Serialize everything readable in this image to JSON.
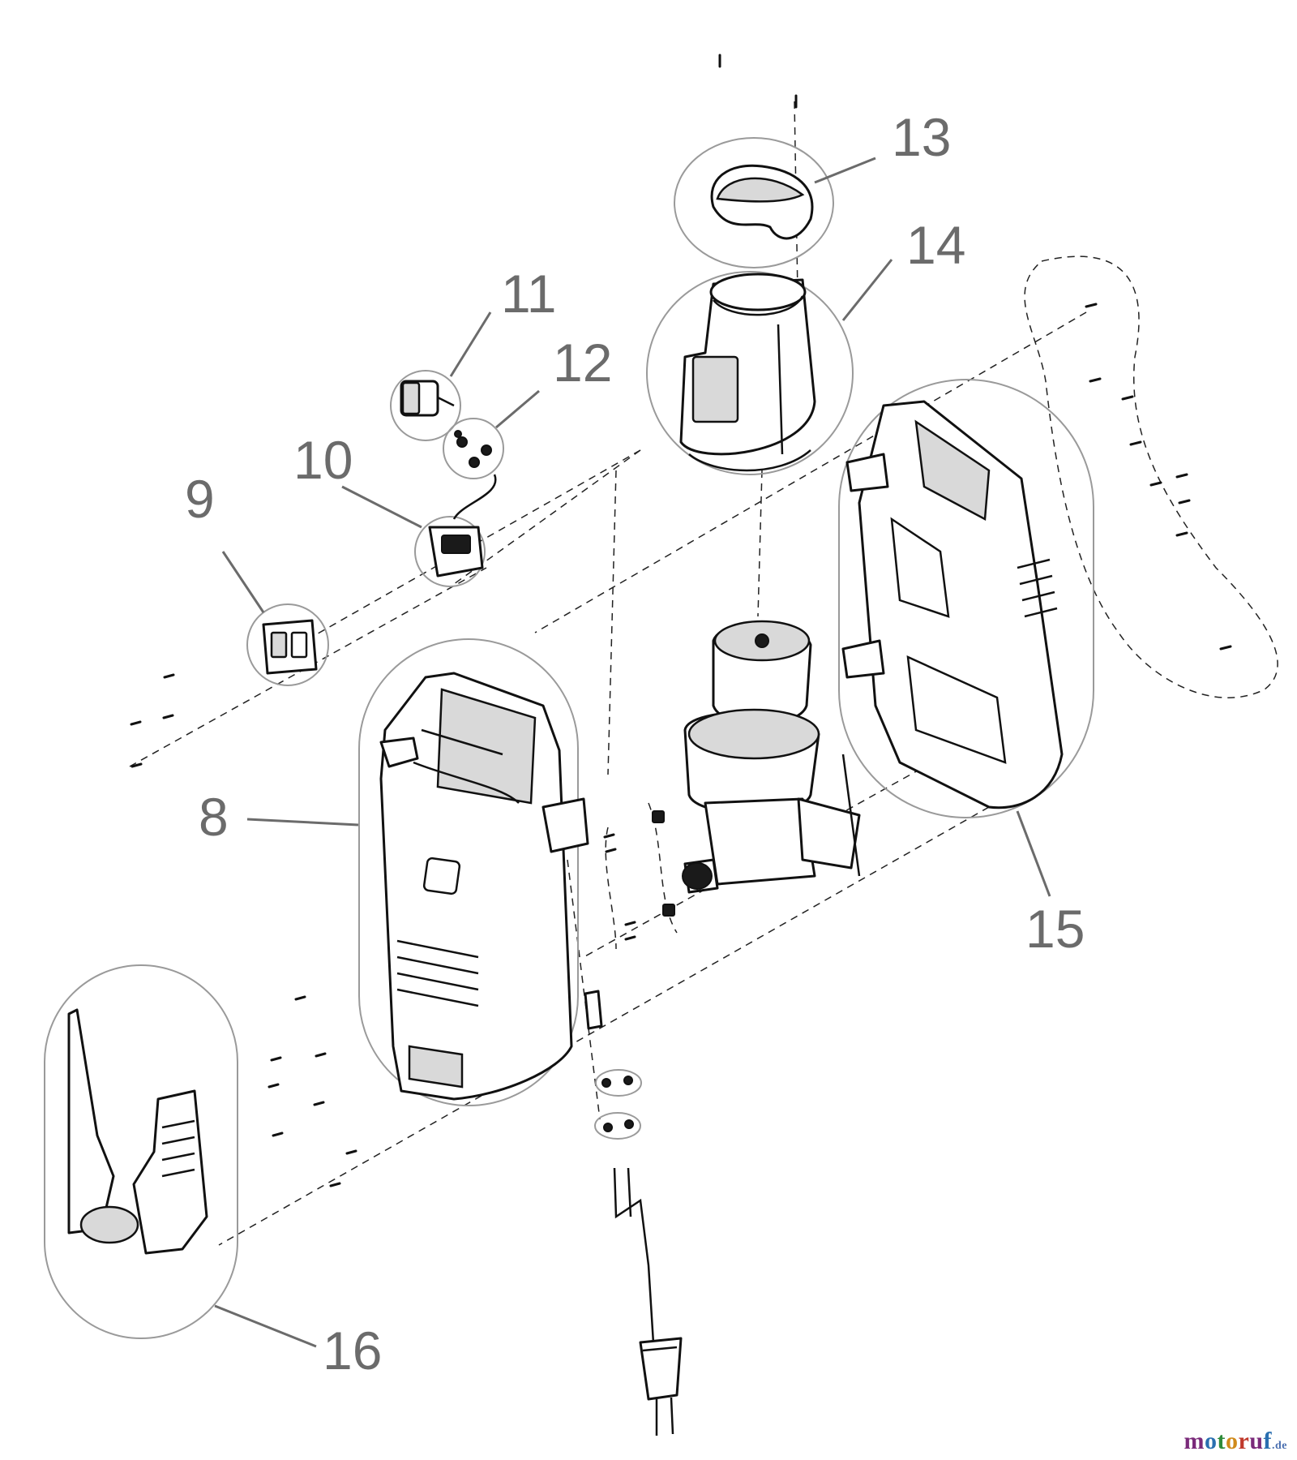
{
  "callouts": {
    "part_8": "8",
    "part_9": "9",
    "part_10": "10",
    "part_11": "11",
    "part_12": "12",
    "part_13": "13",
    "part_14": "14",
    "part_15": "15",
    "part_16": "16"
  },
  "watermark": {
    "text": "motoruf",
    "tld": ".de",
    "colors": [
      "#7a2a7a",
      "#2a6fb0",
      "#2e8b3a",
      "#d08a1a",
      "#c0392b"
    ]
  }
}
